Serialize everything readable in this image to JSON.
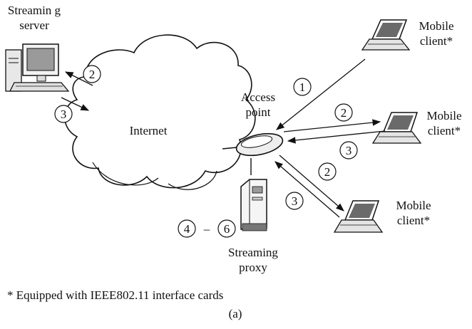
{
  "labels": {
    "server_line1": "Streamin g",
    "server_line2": "server",
    "internet": "Internet",
    "ap_line1": "Access",
    "ap_line2": "point",
    "proxy_line1": "Streaming",
    "proxy_line2": "proxy",
    "mobile1_line1": "Mobile",
    "mobile1_line2": "client*",
    "mobile2_line1": "Mobile",
    "mobile2_line2": "client*",
    "mobile3_line1": "Mobile",
    "mobile3_line2": "client*",
    "footnote": "* Equipped with IEEE802.11 interface cards",
    "caption": "(a)"
  },
  "steps": {
    "server_in": "2",
    "server_out": "3",
    "client1_request": "1",
    "client2_out": "2",
    "client2_in": "3",
    "client3_out": "2",
    "client3_in": "3",
    "proxy_start": "4",
    "proxy_range_sep": "–",
    "proxy_end": "6"
  },
  "colors": {
    "line": "#111111",
    "screen": "#555555",
    "background": "#ffffff"
  }
}
